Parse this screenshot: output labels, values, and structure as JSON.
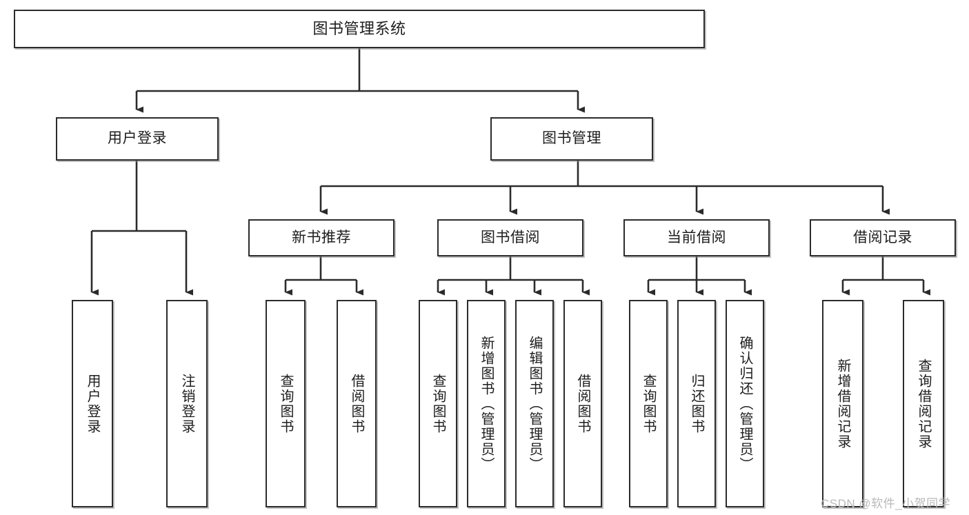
{
  "diagram": {
    "title": "图书管理系统",
    "type": "tree",
    "stroke_color": "#2b2b2b",
    "fill_color": "#ffffff",
    "text_color": "#1d1d1d",
    "watermark": "CSDN @软件_小贺同学",
    "nodes": {
      "root": {
        "label": "图书管理系统"
      },
      "level2": [
        {
          "label": "用户登录"
        },
        {
          "label": "图书管理"
        }
      ],
      "level3": [
        {
          "label": "新书推荐"
        },
        {
          "label": "图书借阅"
        },
        {
          "label": "当前借阅"
        },
        {
          "label": "借阅记录"
        }
      ],
      "leaves_user_login": [
        {
          "label": "用户登录"
        },
        {
          "label": "注销登录"
        }
      ],
      "leaves_new_book": [
        {
          "label": "查询图书"
        },
        {
          "label": "借阅图书"
        }
      ],
      "leaves_borrow": [
        {
          "label": "查询图书"
        },
        {
          "label": "新增图书（管理员）"
        },
        {
          "label": "编辑图书（管理员）"
        },
        {
          "label": "借阅图书"
        }
      ],
      "leaves_current": [
        {
          "label": "查询图书"
        },
        {
          "label": "归还图书"
        },
        {
          "label": "确认归还（管理员）"
        }
      ],
      "leaves_records": [
        {
          "label": "新增借阅记录"
        },
        {
          "label": "查询借阅记录"
        }
      ]
    }
  }
}
